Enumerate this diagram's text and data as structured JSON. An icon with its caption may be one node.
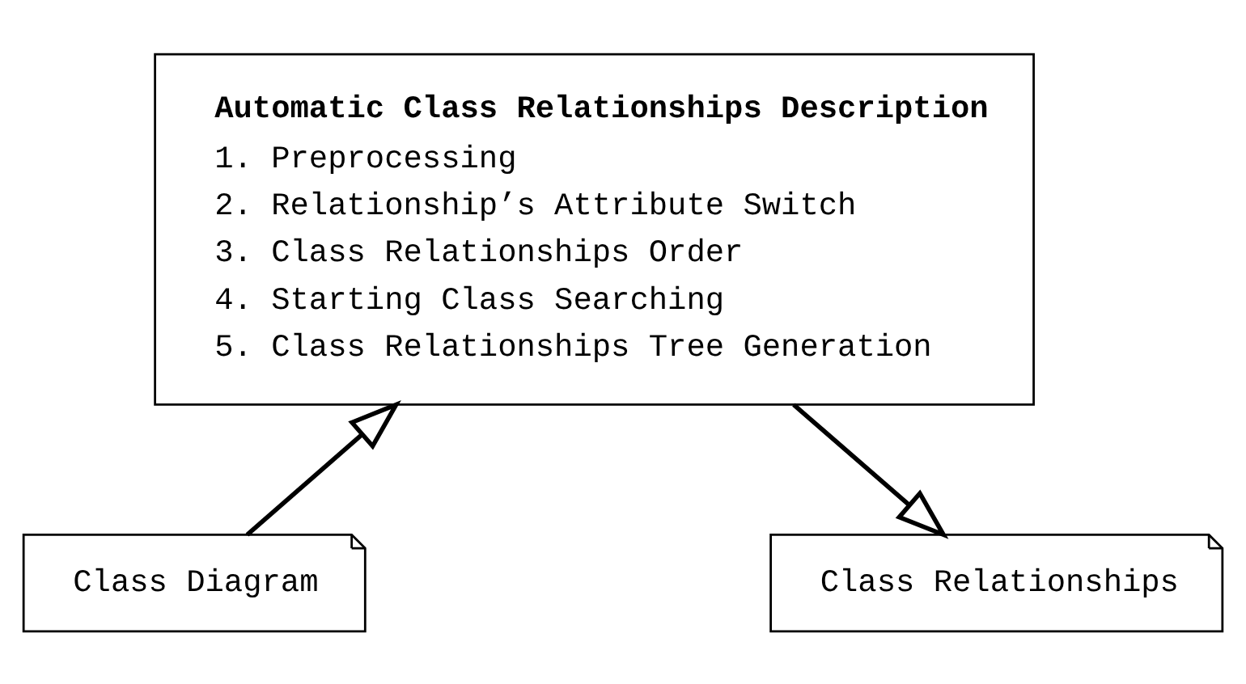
{
  "diagram": {
    "nodes": [
      {
        "text": [
          "Automatic Class Relationships Description",
          "1. Preprocessing",
          "2. Relationship’s Attribute Switch",
          "3. Class Relationships Order",
          "4. Starting Class Searching",
          "5. Class Relationships Tree Generation"
        ]
      },
      {
        "text": [
          "Class Diagram"
        ]
      },
      {
        "text": [
          "Class Relationships"
        ]
      }
    ],
    "edges": [
      {
        "from": 1,
        "to": 0,
        "arrow": "to"
      },
      {
        "from": 0,
        "to": 2,
        "arrow": "to"
      }
    ]
  }
}
